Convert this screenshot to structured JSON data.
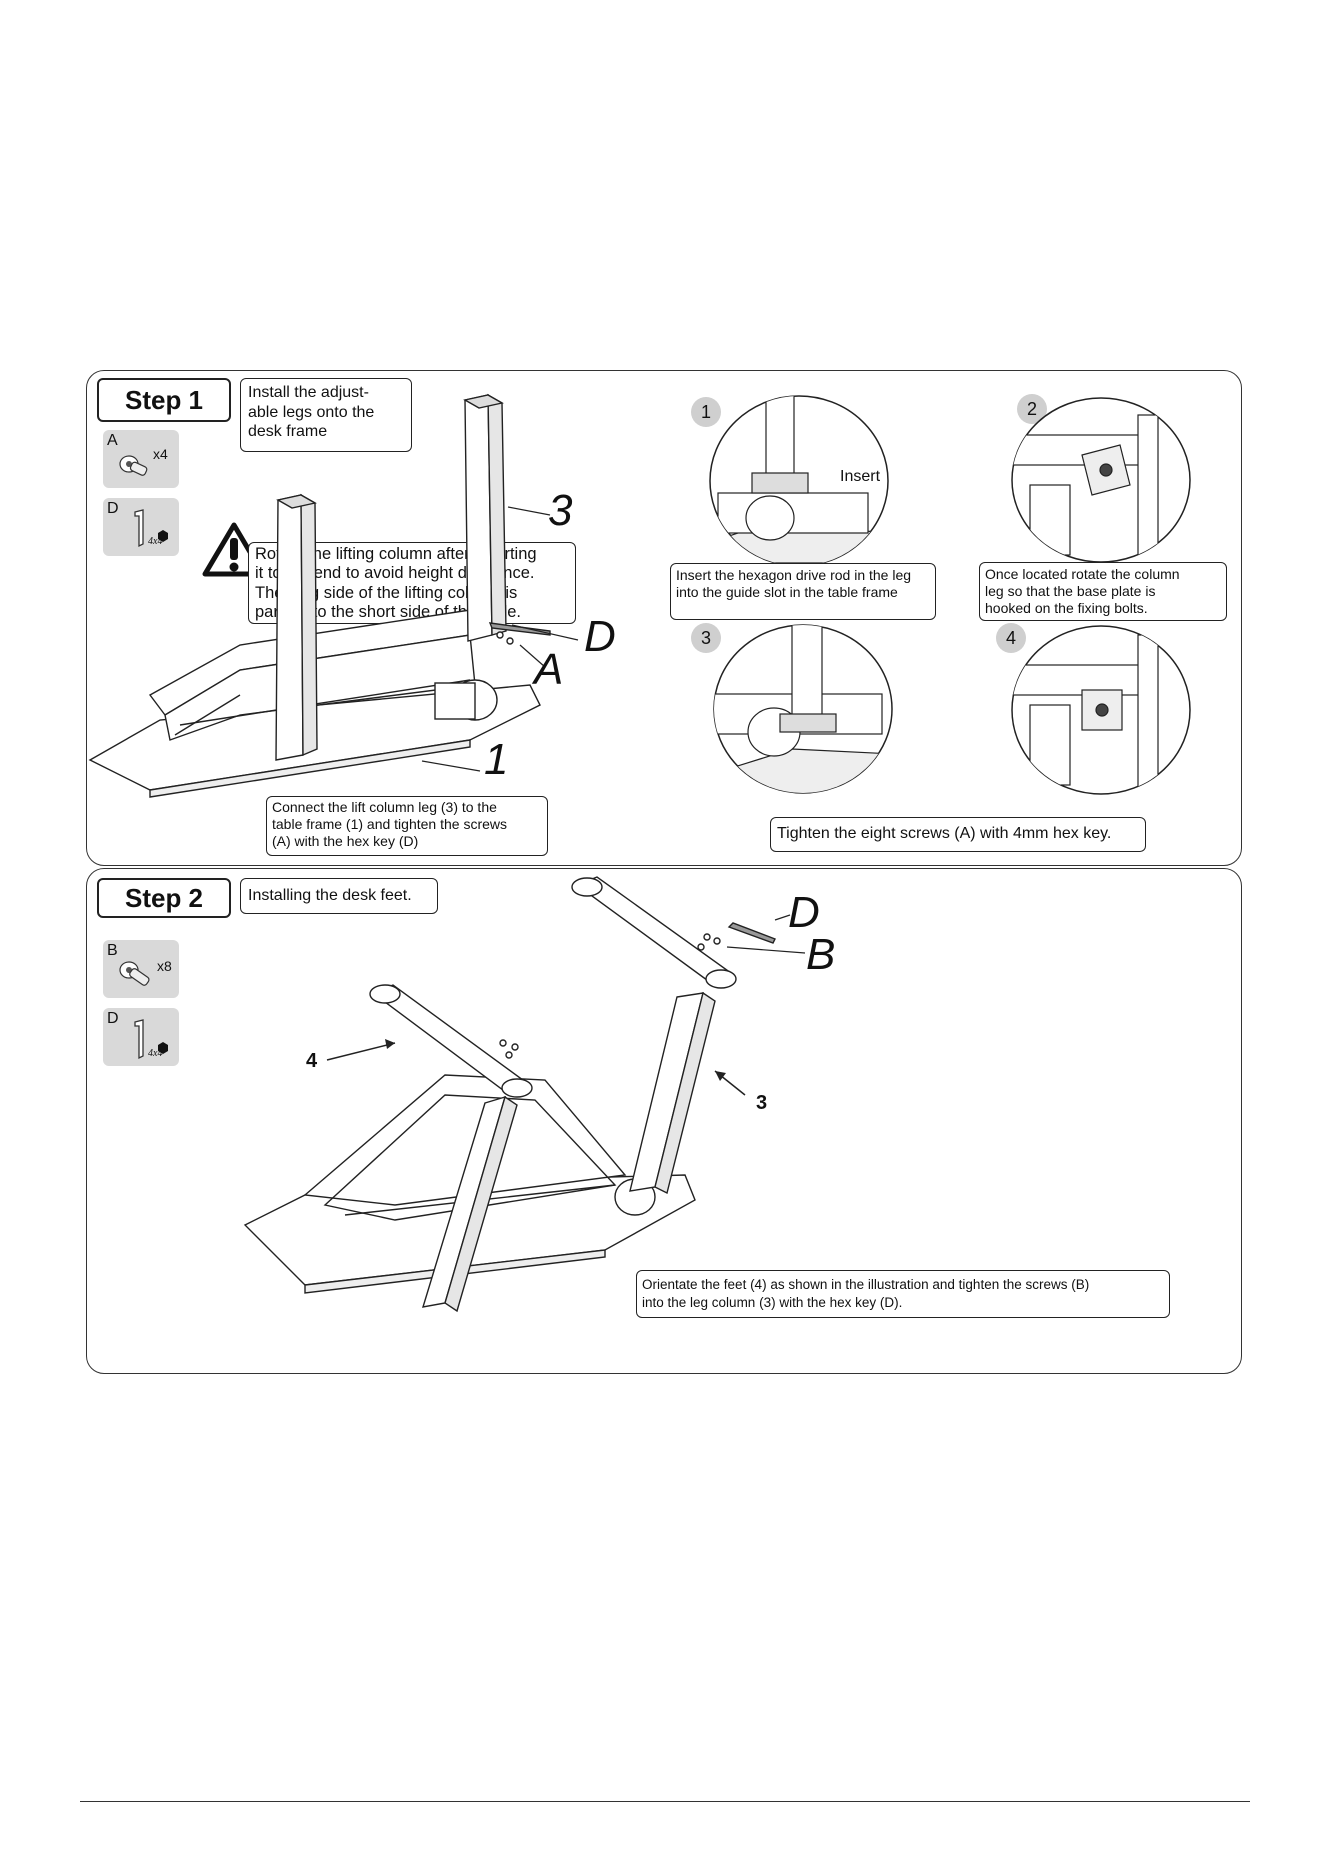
{
  "step1": {
    "label": "Step 1",
    "title": "Install the adjust-\nable legs onto the\ndesk  frame",
    "parts": [
      {
        "letter": "A",
        "qty": "x4",
        "icon": "screw-icon"
      },
      {
        "letter": "D",
        "qty": "4x4",
        "icon": "hex-key-icon"
      }
    ],
    "warning": "Rotate the lifting column after inserting\nit to the end to avoid height difference.\nThe long side of the lifting column is\nparallel to the short side of the table.",
    "callouts": {
      "leg": "3",
      "hex_key": "D",
      "screws": "A",
      "frame": "1"
    },
    "connect_note": "Connect the lift column leg (3) to the\ntable frame (1) and tighten the screws\n(A) with the hex key (D)",
    "details": [
      {
        "num": "1",
        "label": "Insert",
        "caption": "Insert the hexagon drive rod in the leg\ninto the guide slot in the table frame"
      },
      {
        "num": "2",
        "caption": "Once located rotate the column\nleg so that the base plate is\nhooked on the fixing bolts."
      },
      {
        "num": "3"
      },
      {
        "num": "4"
      }
    ],
    "tighten_note": "Tighten the eight screws (A) with 4mm hex key."
  },
  "step2": {
    "label": "Step 2",
    "title": "Installing the desk feet.",
    "parts": [
      {
        "letter": "B",
        "qty": "x8",
        "icon": "screw-icon"
      },
      {
        "letter": "D",
        "qty": "4x4",
        "icon": "hex-key-icon"
      }
    ],
    "callouts": {
      "hex_key": "D",
      "screws": "B",
      "foot": "4",
      "leg": "3"
    },
    "note": "Orientate the feet (4) as shown in the illustration and tighten the screws (B)\ninto the leg column (3) with the hex key (D)."
  }
}
